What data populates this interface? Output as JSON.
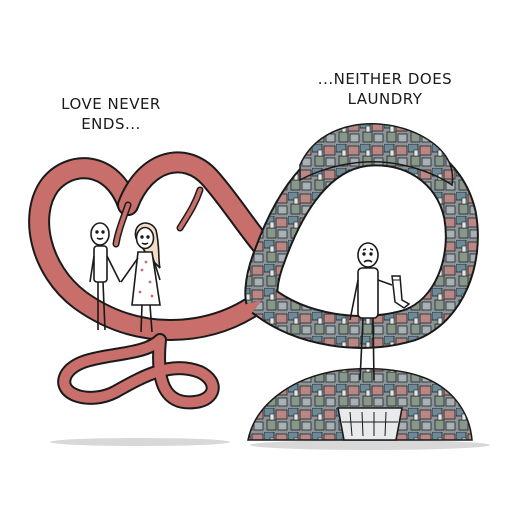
{
  "captions": {
    "left": [
      "LOVE NEVER",
      "ENDS..."
    ],
    "right": [
      "...NEITHER DOES",
      "LAUNDRY"
    ]
  },
  "colors": {
    "heart": "#c96f6b",
    "heart_dark": "#8a3a38",
    "laundry_gray": "#8c959b",
    "laundry_blue": "#6d8a99",
    "laundry_pink": "#b98784",
    "laundry_green": "#86988a",
    "outline": "#1a1a1a"
  }
}
